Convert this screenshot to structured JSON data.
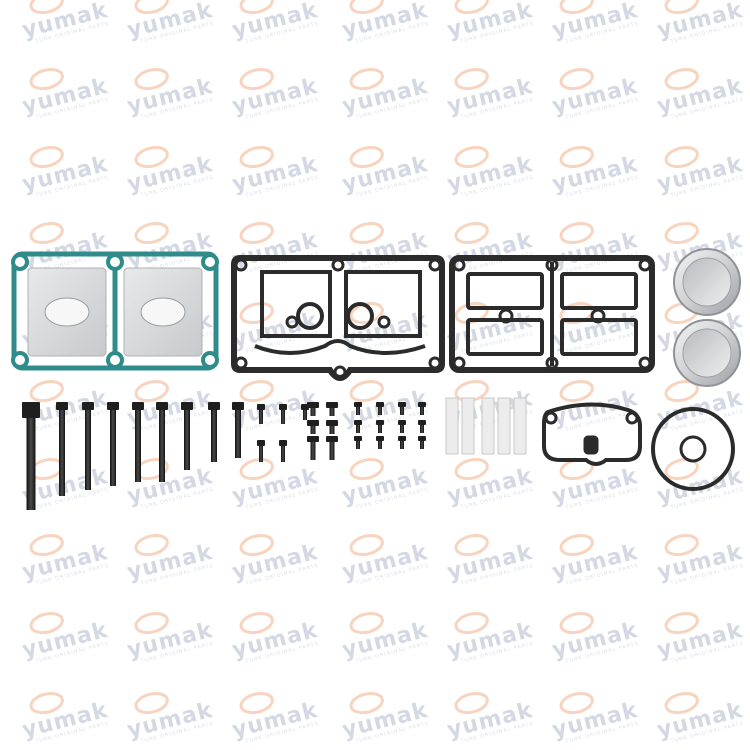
{
  "watermark": {
    "brand": "yumak",
    "tagline": "TURK ORIGINAL PARTS",
    "logo_color": "#f2b08a",
    "text_color": "#b8bfd2"
  },
  "colors": {
    "gasket_black": "#2b2b2b",
    "gasket_teal": "#2f8c8a",
    "plate_silver": "#d6d8da",
    "bolt_black": "#2a2a2a",
    "valve_white": "#e8e8e8"
  },
  "parts": [
    {
      "name": "cylinder-head-gasket-teal",
      "count": 1
    },
    {
      "name": "valve-plate-gasket-black",
      "count": 1
    },
    {
      "name": "top-cover-gasket-black",
      "count": 1
    },
    {
      "name": "metal-cap",
      "count": 2
    },
    {
      "name": "long-bolt",
      "count": 9
    },
    {
      "name": "short-screw",
      "count": 3
    },
    {
      "name": "small-bolt",
      "count": 6
    },
    {
      "name": "tiny-screw",
      "count": 12
    },
    {
      "name": "reed-valve-strip",
      "count": 5
    },
    {
      "name": "small-gasket",
      "count": 1
    },
    {
      "name": "o-ring",
      "count": 1
    },
    {
      "name": "round-washer",
      "count": 1
    }
  ]
}
